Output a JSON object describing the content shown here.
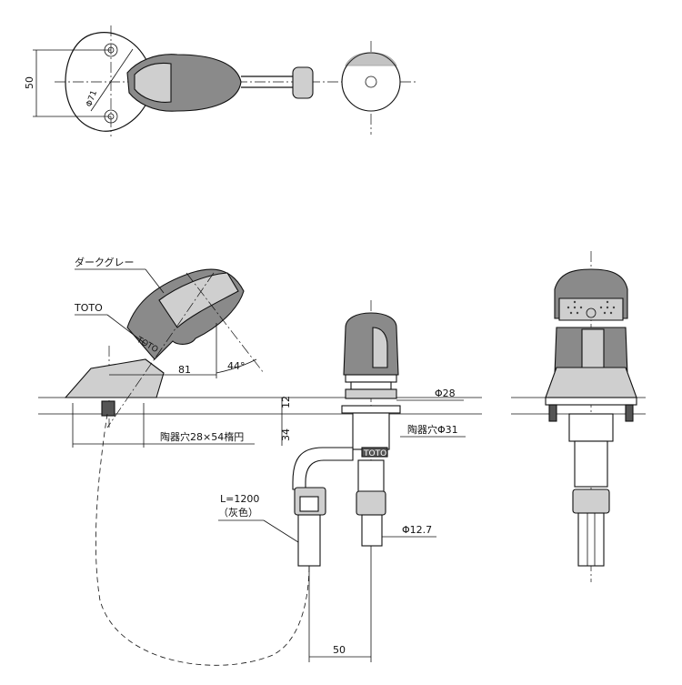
{
  "labels": {
    "top_dim_50": "50",
    "top_dim_phi71": "Φ71",
    "color_note": "ダークグレー",
    "brand": "TOTO",
    "dim_81": "81",
    "angle_44": "44°",
    "dim_12": "12",
    "dim_34": "34",
    "dim_phi28": "Φ28",
    "hole_phi31": "陶器穴Φ31",
    "hole_oval": "陶器穴28×54楕円",
    "hose_length": "L=1200",
    "hose_color": "（灰色）",
    "dim_phi12_7": "Φ12.7",
    "dim_50_bottom": "50",
    "body_logo": "TOTO"
  },
  "colors": {
    "line": "#111111",
    "body_gray": "#8a8a8a",
    "light_gray": "#cfcfcf",
    "dark_gray": "#555555"
  }
}
